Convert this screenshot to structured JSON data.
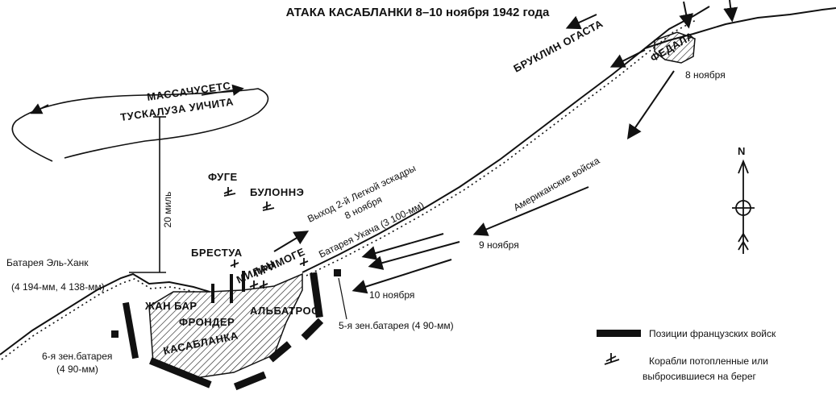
{
  "title": "АТАКА КАСАБЛАНКИ 8–10 ноября 1942 года",
  "ships": {
    "massachusetts": "МАССАЧУСЕТС",
    "tuscaloosa_wichita": "ТУСКАЛУЗА УИЧИТА",
    "brooklyn_augusta": "БРУКЛИН ОГАСТА",
    "fouge": "ФУГЕ",
    "boulonnais": "БУЛОННЭ",
    "brestois": "БРЕСТУА",
    "milan": "МИЛАН",
    "primauguet": "ПРИМОГЕ",
    "jean_bart": "ЖАН БАР",
    "frondeur": "ФРОНДЕР",
    "albatros": "АЛЬБАТРОС"
  },
  "places": {
    "fedala": "ФЕДАЛА",
    "casablanca": "КАСАБЛАНКА"
  },
  "annotations": {
    "distance": "20 миль",
    "sortie": "Выход 2-й Легкой эскадры",
    "sortie_date": "8 ноября",
    "fedala_date": "8 ноября",
    "american_troops": "Американские войска",
    "nov9": "9 ноября",
    "nov10": "10 ноября"
  },
  "batteries": {
    "el_hank_name": "Батарея Эль-Ханк",
    "el_hank_guns": "(4 194-мм, 4 138-мм)",
    "oukacha": "Батарея Укача (3 100-мм)",
    "fifth": "5-я зен.батарея (4 90-мм)",
    "sixth_name": "6-я зен.батарея",
    "sixth_guns": "(4 90-мм)"
  },
  "compass": {
    "north": "N"
  },
  "legend": {
    "french_positions": "Позиции французских войск",
    "sunk_line1": "Корабли потопленные или",
    "sunk_line2": "выбросившиеся на берег"
  }
}
